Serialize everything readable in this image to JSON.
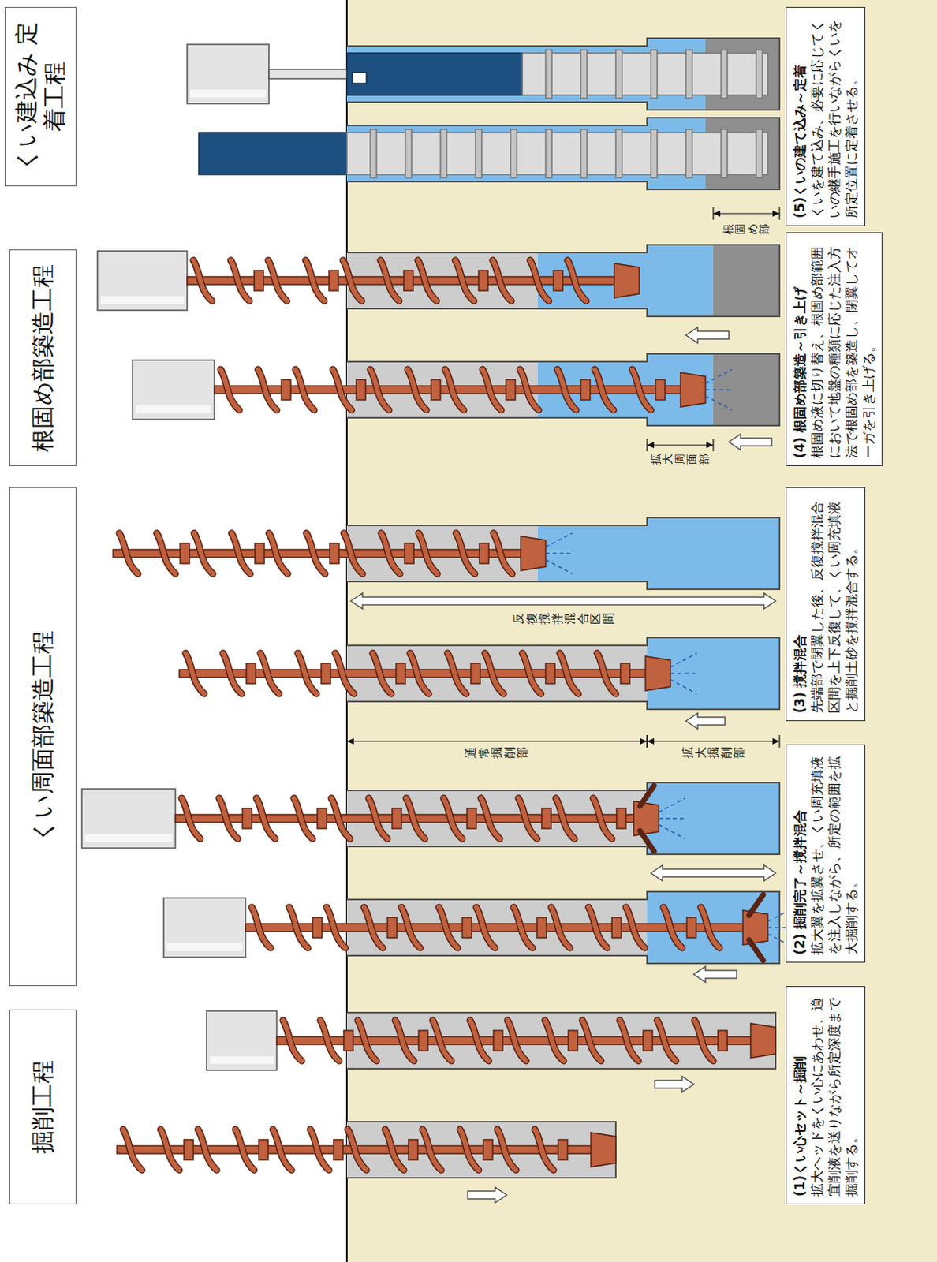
{
  "diagram": {
    "nodes": [
      {
        "text": [
          "掘削工程"
        ]
      },
      {
        "text": [
          "くい周面部築造工程"
        ]
      },
      {
        "text": [
          "根固め部築造工程"
        ]
      },
      {
        "text": [
          "くい建込み 定着工程"
        ]
      },
      {
        "text": [
          "(1)くい心セット～掘削",
          "拡大ヘッドをくい心にあわせ、適宜削液を送りながら所定深度まで掘削する。"
        ]
      },
      {
        "text": [
          "(2) 掘削完了～撹拌混合",
          "拡大翼を拡翼させ、くい周充填液を注入しながら、所定の範囲を拡大掘削する。"
        ]
      },
      {
        "text": [
          "(3) 撹拌混合",
          "先端部で閉翼した後、反復撹拌混合区間を上下反復して、くい周充填液と掘削土砂を撹拌混合する。"
        ]
      },
      {
        "text": [
          "(4) 根固め部築造～引き上げ",
          "根固め液に切り替え、根固め部範囲において地盤の種類に応じた注入方法で根固め部を築造し、閉翼してオーガを引き上げる。"
        ]
      },
      {
        "text": [
          "(5)くいの建て込み～定着",
          "くいを建て込み、必要に応じてくいの継手施工を行いながらくいを所定位置に定着させる。"
        ]
      }
    ],
    "labels": [
      "通常掘削部",
      "拡大掘削部",
      "反復撹拌混合区間",
      "拡大周面部",
      "根固め部"
    ]
  }
}
